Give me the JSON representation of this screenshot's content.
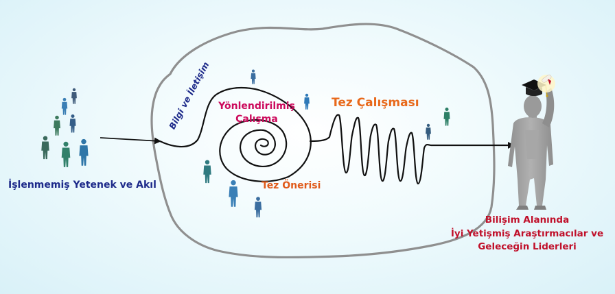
{
  "labels": {
    "input": "İşlenmemiş Yetenek ve Akıl",
    "communication": "Bilgi ve İletişim",
    "guided_work_line1": "Yönlendirilmiş",
    "guided_work_line2": "Çalışma",
    "thesis_work": "Tez Çalışması",
    "thesis_proposal": "Tez Önerisi",
    "output_line1": "Bilişim Alanında",
    "output_line2": "İyi Yetişmiş Araştırmacılar ve",
    "output_line3": "Geleceğin Liderleri"
  },
  "colors": {
    "navy": "#1d2a8a",
    "magenta": "#cc0a5c",
    "orange": "#e8691b",
    "red": "#c0102a",
    "blob_stroke": "#8f8f8f",
    "path_stroke": "#111111",
    "graduate": "#9a9a9a"
  },
  "icons": {
    "people": "person-silhouette",
    "graduate": "graduate-silhouette",
    "cap": "mortarboard-icon",
    "diploma": "diploma-scroll-icon"
  }
}
